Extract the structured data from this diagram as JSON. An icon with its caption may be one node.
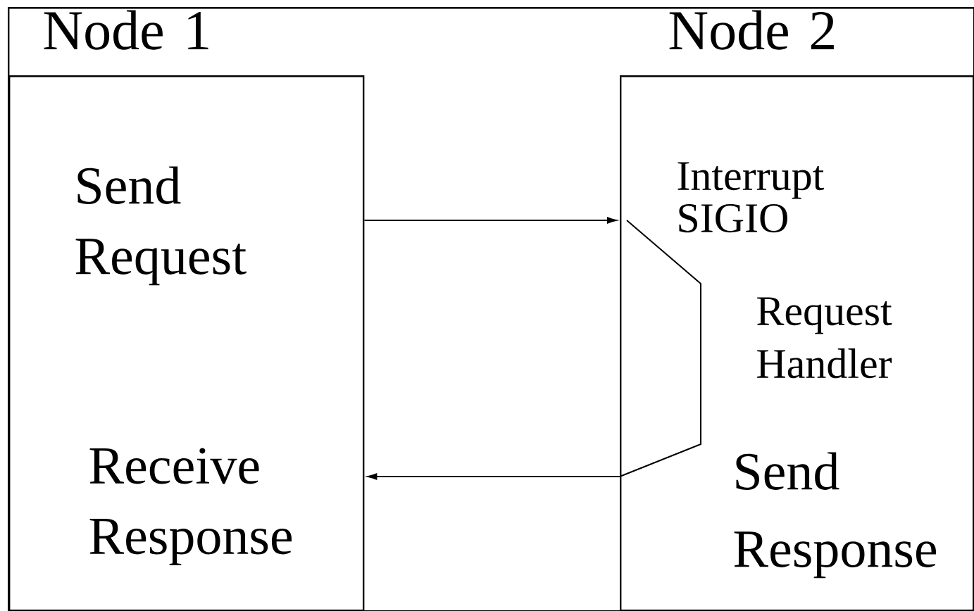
{
  "diagram": {
    "nodes": [
      {
        "text": [],
        "shape": "box"
      },
      {
        "text": [
          "Node 1",
          "Send Request",
          "Receive Response"
        ],
        "in": 0
      },
      {
        "text": [
          "Node 2",
          "Interrupt SIGIO",
          "Request Handler",
          "Send Response"
        ],
        "in": 0
      }
    ],
    "edges": [
      {
        "from": 1,
        "to": 2,
        "arrow": "to"
      },
      {
        "from": 2,
        "to": 1,
        "arrow": "to"
      }
    ]
  }
}
